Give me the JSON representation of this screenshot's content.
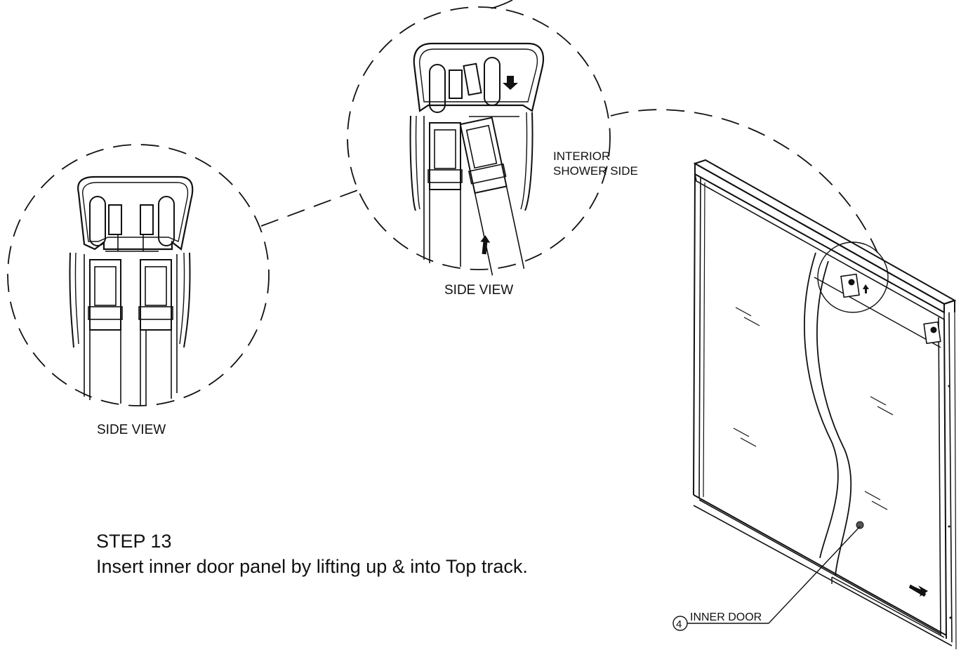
{
  "step": {
    "title": "STEP 13",
    "instruction": "Insert inner door panel by lifting up & into Top track."
  },
  "labels": {
    "side_view_left": "SIDE VIEW",
    "side_view_top": "SIDE VIEW",
    "interior_line1": "INTERIOR",
    "interior_line2": "SHOWER SIDE",
    "part_number": "4",
    "part_name": "INNER DOOR"
  },
  "colors": {
    "line": "#111111",
    "background": "#ffffff"
  }
}
